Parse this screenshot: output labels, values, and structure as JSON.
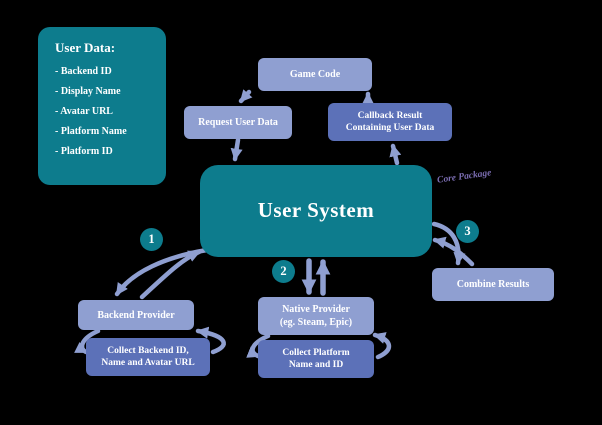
{
  "palette": {
    "background": "#000000",
    "teal": "#0d7c8d",
    "lavender": "#8f9fd1",
    "blue": "#5c71b8",
    "text": "#ffffff",
    "core_package_text": "#7b6db2",
    "arrow": "#8f9fd1"
  },
  "user_data_panel": {
    "title": "User Data:",
    "items": [
      "- Backend ID",
      "- Display Name",
      "- Avatar URL",
      "- Platform Name",
      "- Platform ID"
    ]
  },
  "nodes": {
    "game_code": "Game Code",
    "request_user_data": "Request User Data",
    "callback_result": {
      "line1": "Callback Result",
      "line2": "Containing User Data"
    },
    "user_system": "User System",
    "backend_provider": "Backend Provider",
    "collect_backend": {
      "line1": "Collect Backend ID,",
      "line2": "Name and Avatar URL"
    },
    "native_provider": {
      "line1": "Native Provider",
      "line2": "(eg. Steam, Epic)"
    },
    "collect_platform": {
      "line1": "Collect Platform",
      "line2": "Name and ID"
    },
    "combine_results": "Combine Results"
  },
  "labels": {
    "core_package": "Core Package"
  },
  "steps": {
    "one": "1",
    "two": "2",
    "three": "3"
  }
}
